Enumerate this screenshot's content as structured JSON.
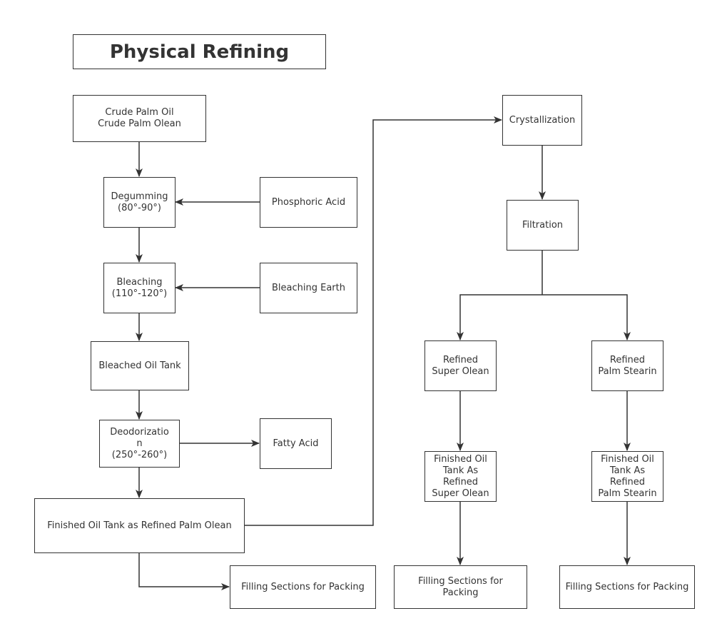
{
  "title": "Physical Refining",
  "nodes": {
    "crude_oil": "Crude Palm Oil\nCrude Palm Olean",
    "degumming": "Degumming\n(80°-90°)",
    "phosphoric_acid": "Phosphoric Acid",
    "bleaching": "Bleaching\n(110°-120°)",
    "bleaching_earth": "Bleaching Earth",
    "bleached_oil_tank": "Bleached Oil Tank",
    "deodorization": "Deodorizatio\nn\n(250°-260°)",
    "fatty_acid": "Fatty Acid",
    "finished_tank_olean": "Finished Oil Tank as Refined Palm Olean",
    "filling_left": "Filling Sections for Packing",
    "crystallization": "Crystallization",
    "filtration": "Filtration",
    "refined_super_olean": "Refined\nSuper Olean",
    "refined_palm_stearin": "Refined\nPalm Stearin",
    "finished_tank_super_olean": "Finished Oil\nTank As\nRefined\nSuper Olean",
    "finished_tank_stearin": "Finished Oil\nTank As\nRefined\nPalm Stearin",
    "filling_middle": "Filling Sections for\nPacking",
    "filling_right": "Filling Sections for Packing"
  }
}
